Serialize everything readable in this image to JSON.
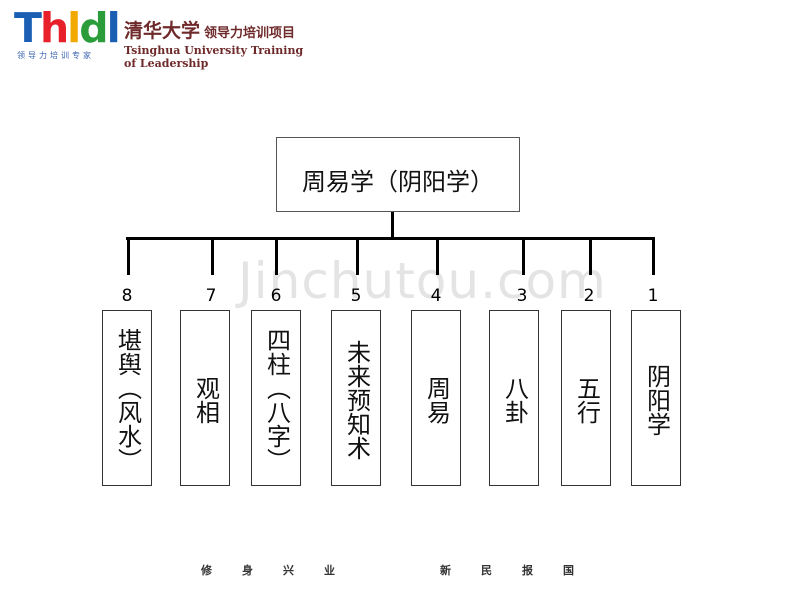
{
  "header": {
    "logo_mark": [
      "T",
      "h",
      "l",
      "d",
      "l"
    ],
    "logo_tagline": "领导力培训专家",
    "school_name": "清华大学",
    "program_name": "领导力培训项目",
    "program_english": "Tsinghua University Training of Leadership"
  },
  "watermark": "Jinchutou.com",
  "diagram": {
    "root": "周易学（阴阳学）",
    "children": [
      {
        "number": "8",
        "label": "堪舆（风水）"
      },
      {
        "number": "7",
        "label": "观相"
      },
      {
        "number": "6",
        "label": "四柱（八字）"
      },
      {
        "number": "5",
        "label": "未来预知术"
      },
      {
        "number": "4",
        "label": "周易"
      },
      {
        "number": "3",
        "label": "八卦"
      },
      {
        "number": "2",
        "label": "五行"
      },
      {
        "number": "1",
        "label": "阴阳学"
      }
    ]
  },
  "footer": {
    "left": "修身兴业",
    "right": "新民报国"
  }
}
